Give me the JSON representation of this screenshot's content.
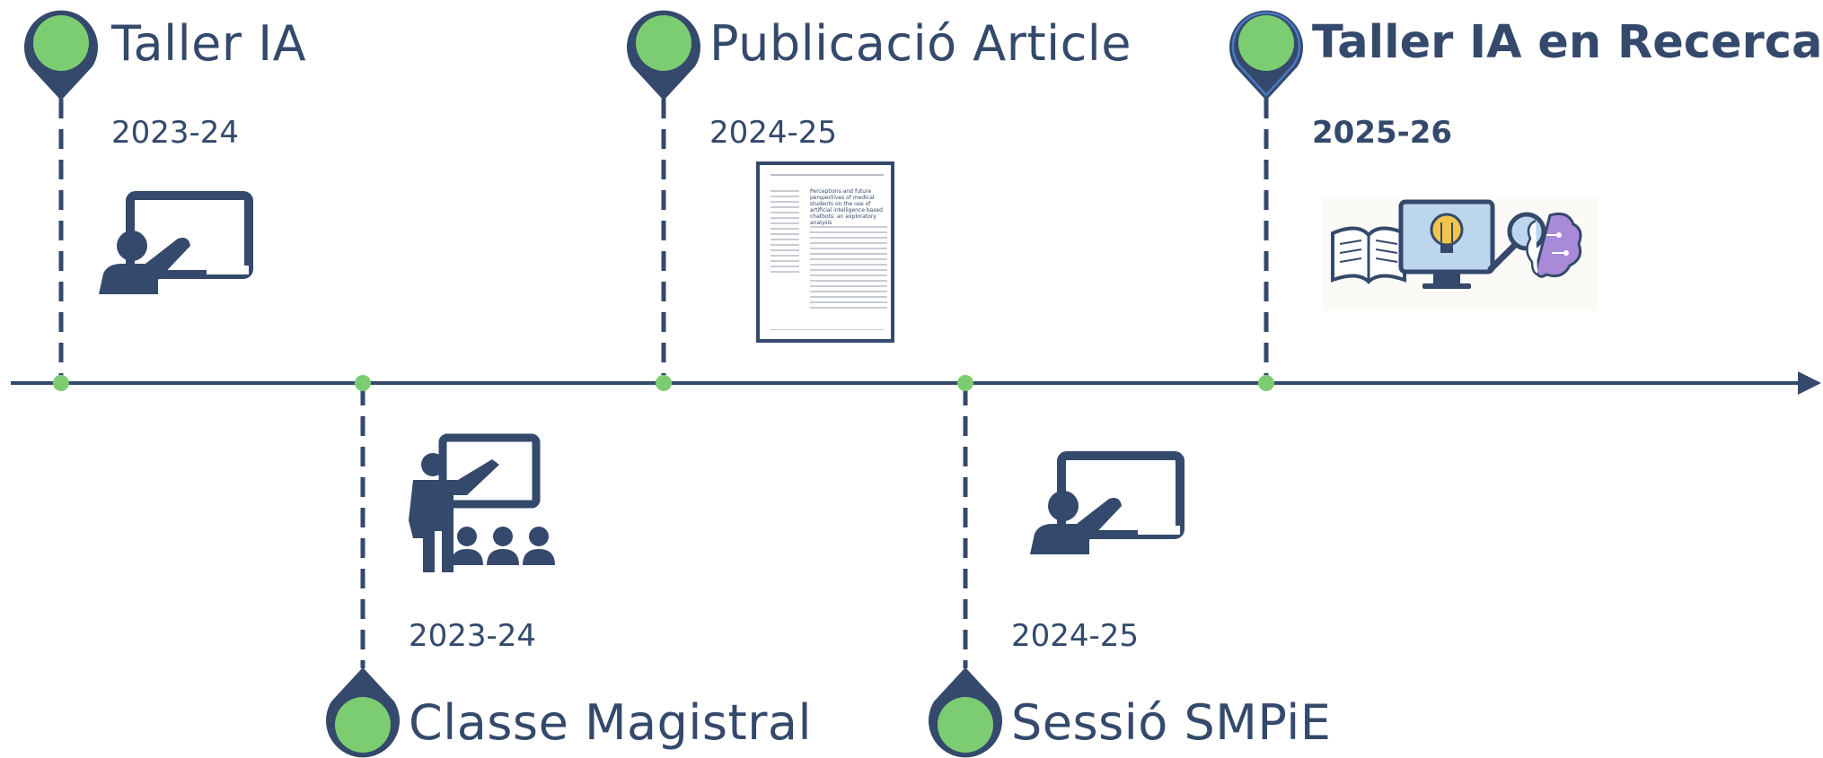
{
  "colors": {
    "navy": "#34496b",
    "green": "#7ccd71",
    "brain_purple": "#a98ad8",
    "screen_blue": "#bcd6ee",
    "bulb_yellow": "#f3c44a"
  },
  "events": [
    {
      "title": "Taller IA",
      "year": "2023-24",
      "icon": "presentation-board-icon",
      "side": "top"
    },
    {
      "title": "Classe Magistral",
      "year": "2023-24",
      "icon": "lecture-audience-icon",
      "side": "bottom"
    },
    {
      "title": "Publicació Article",
      "year": "2024-25",
      "icon": "article-document-icon",
      "side": "top"
    },
    {
      "title": "Sessió SMPiE",
      "year": "2024-25",
      "icon": "presentation-board-icon",
      "side": "bottom"
    },
    {
      "title": "Taller IA en Recerca",
      "year": "2025-26",
      "icon": "ai-research-icon",
      "side": "top"
    }
  ],
  "article": {
    "title": "Perceptions and future perspectives of medical students on the use of artificial intelligence based chatbots: an exploratory analysis"
  }
}
